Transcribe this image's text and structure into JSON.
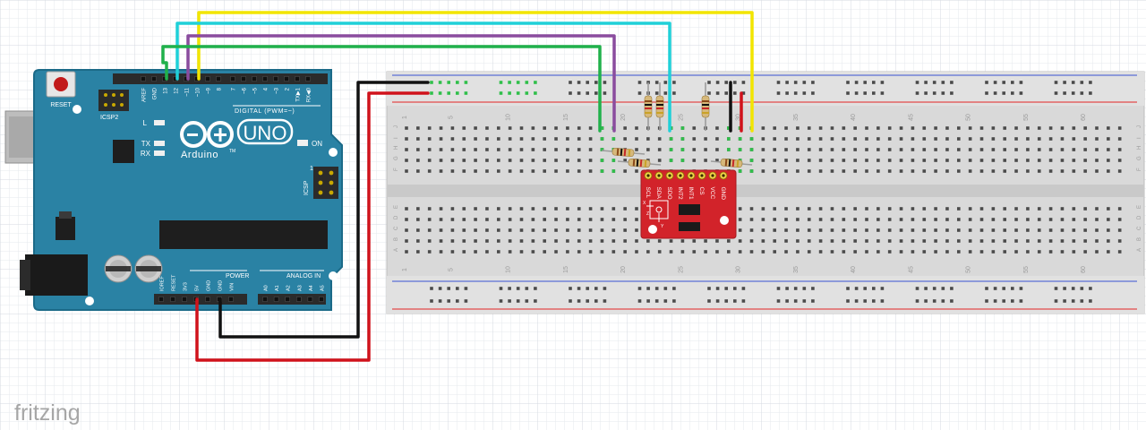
{
  "app": {
    "logo_text": "fritzing"
  },
  "arduino": {
    "board_name": "UNO",
    "brand": "Arduino",
    "trademark": "TM",
    "reset_label": "RESET",
    "icsp2_label": "ICSP2",
    "icsp_label": "ICSP",
    "on_label": "ON",
    "led_labels": [
      "L",
      "TX",
      "RX"
    ],
    "digital_header_label": "DIGITAL (PWM=~)",
    "digital_pins": [
      "AREF",
      "GND",
      "13",
      "12",
      "~11",
      "~10",
      "~9",
      "8",
      "7",
      "~6",
      "~5",
      "4",
      "~3",
      "2",
      "TX▶1",
      "RX◀0"
    ],
    "power_header_label": "POWER",
    "analog_header_label": "ANALOG IN",
    "power_pins": [
      "IOREF",
      "RESET",
      "3V3",
      "5V",
      "GND",
      "GND",
      "VIN"
    ],
    "analog_pins": [
      "A0",
      "A1",
      "A2",
      "A3",
      "A4",
      "A5"
    ]
  },
  "breadboard": {
    "row_letters_top": [
      "J",
      "I",
      "H",
      "G",
      "F"
    ],
    "row_letters_bottom": [
      "E",
      "D",
      "C",
      "B",
      "A"
    ],
    "column_numbers": [
      "1",
      "5",
      "10",
      "15",
      "20",
      "25",
      "30",
      "35",
      "40",
      "45",
      "50",
      "55",
      "60"
    ]
  },
  "sensor": {
    "pins": [
      "SCL",
      "SDA",
      "SDO",
      "INT2",
      "INT1",
      "CS",
      "VCC",
      "GND"
    ],
    "axis_labels": [
      "X",
      "Y",
      "Z"
    ]
  },
  "wire_colors": {
    "yellow": "#f2e500",
    "cyan": "#1fd0d8",
    "purple": "#8a4c9e",
    "green": "#20b14b",
    "black": "#111111",
    "red": "#d0121b"
  }
}
